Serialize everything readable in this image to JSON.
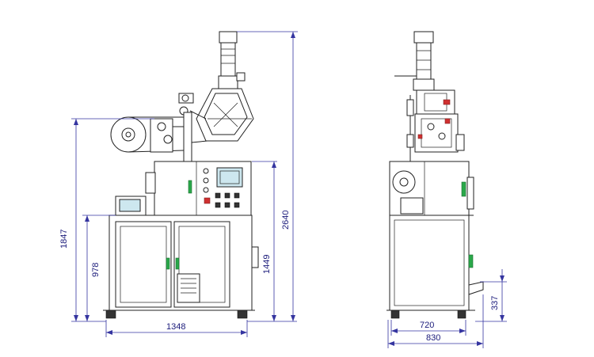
{
  "dimensions": {
    "front_overall_height": "1847",
    "front_frame_height": "978",
    "front_width": "1348",
    "front_cabinet_height": "1449",
    "front_total_height": "2640",
    "side_base_width": "720",
    "side_total_width": "830",
    "side_step_height": "337"
  },
  "colors": {
    "dimension": "#3535a0",
    "line": "#222222",
    "indicator_green": "#2aa84a",
    "button_red": "#d03030",
    "screen": "#cde7ef"
  }
}
